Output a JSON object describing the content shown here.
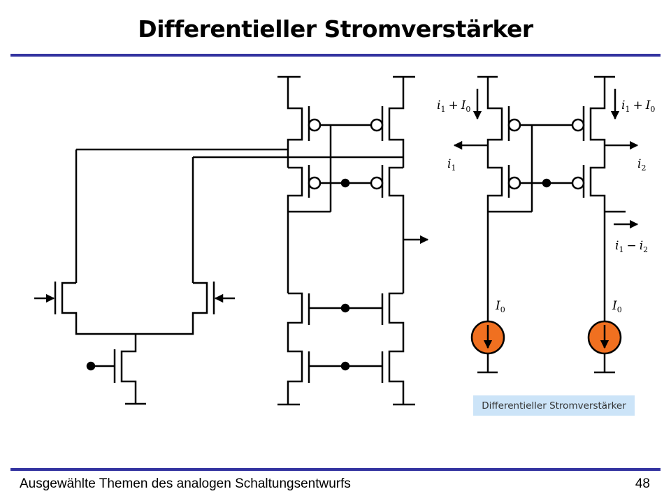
{
  "slide": {
    "title": "Differentieller Stromverstärker",
    "footer": "Ausgewählte Themen des analogen Schaltungsentwurfs",
    "page_number": "48",
    "caption": "Differentieller Stromverstärker"
  },
  "labels": {
    "i1_plus_I0_left": {
      "a": "i",
      "a_sub": "1",
      "op": "+",
      "b": "I",
      "b_sub": "0"
    },
    "i1_plus_I0_right": {
      "a": "i",
      "a_sub": "1",
      "op": "+",
      "b": "I",
      "b_sub": "0"
    },
    "i1": {
      "a": "i",
      "a_sub": "1"
    },
    "i2": {
      "a": "i",
      "a_sub": "2"
    },
    "i1_minus_i2": {
      "a": "i",
      "a_sub": "1",
      "op": "−",
      "b": "i",
      "b_sub": "2"
    },
    "I0_left": {
      "a": "I",
      "a_sub": "0"
    },
    "I0_right": {
      "a": "I",
      "a_sub": "0"
    }
  },
  "colors": {
    "rule": "#3333a0",
    "current_source_fill": "#f07020",
    "caption_bg": "#cce4f8",
    "wire": "#000000"
  }
}
